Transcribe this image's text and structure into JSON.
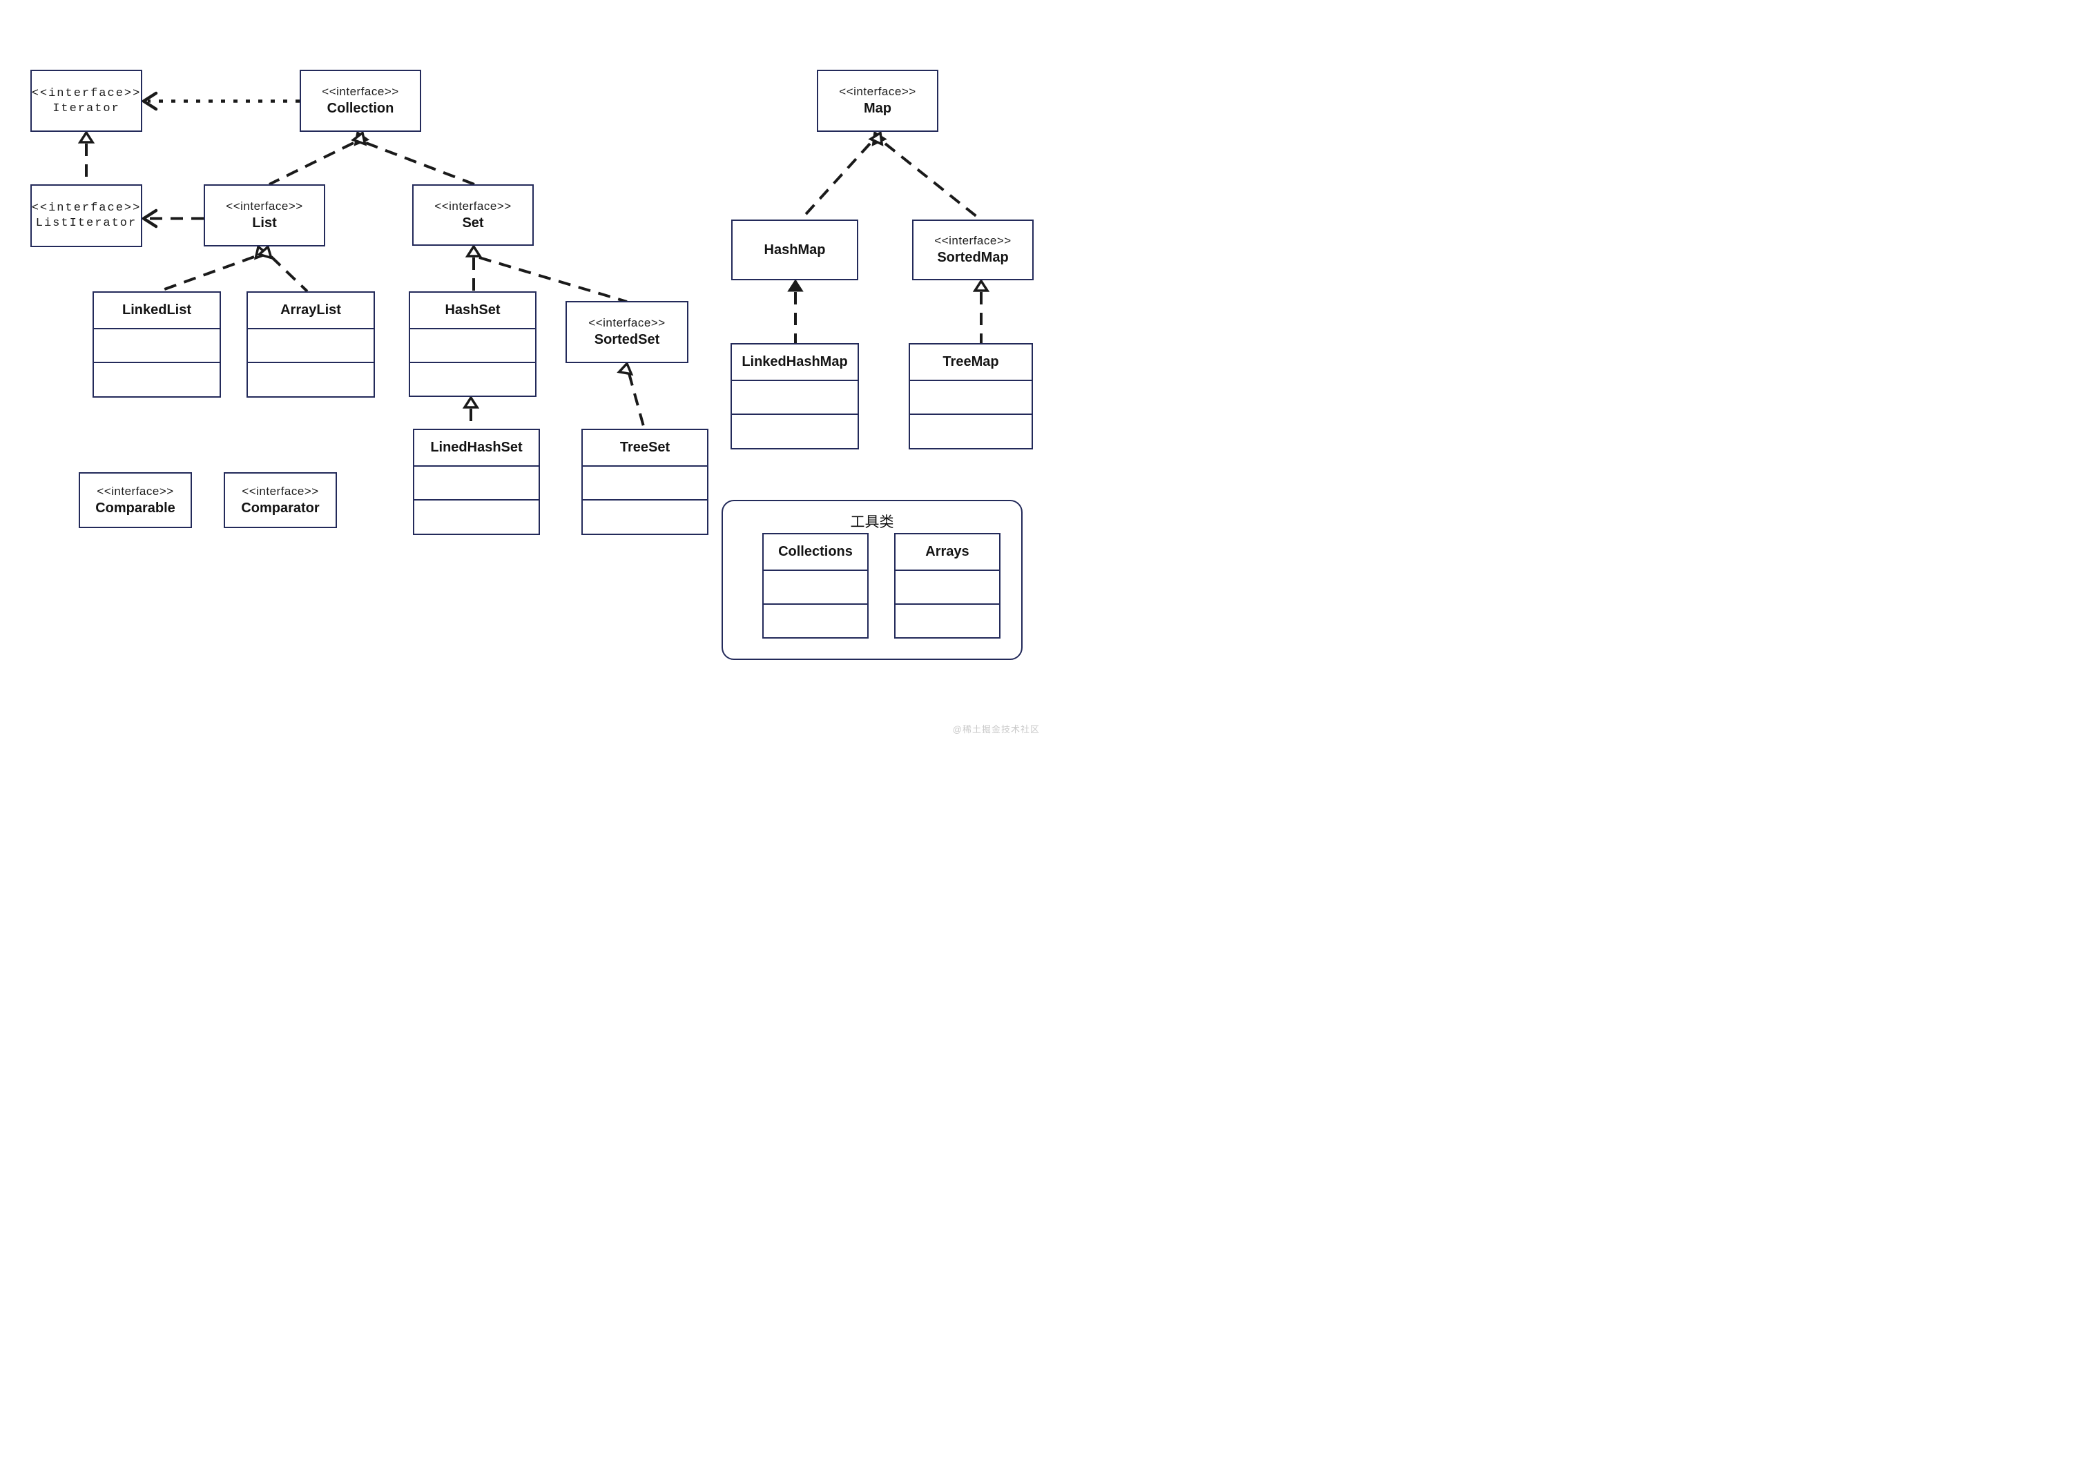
{
  "diagram": {
    "group": {
      "label": "工具类"
    },
    "watermark": "@稀土掘金技术社区",
    "colors": {
      "box_border": "#232a5a",
      "line": "#1a1a1a",
      "watermark": "#c9c9c9"
    },
    "nodes": {
      "iterator": {
        "stereotype": "<<interface>>",
        "name": "Iterator"
      },
      "list_iterator": {
        "stereotype": "<<interface>>",
        "name": "ListIterator"
      },
      "collection": {
        "stereotype": "<<interface>>",
        "name": "Collection"
      },
      "list": {
        "stereotype": "<<interface>>",
        "name": "List"
      },
      "set": {
        "stereotype": "<<interface>>",
        "name": "Set"
      },
      "sorted_set": {
        "stereotype": "<<interface>>",
        "name": "SortedSet"
      },
      "map": {
        "stereotype": "<<interface>>",
        "name": "Map"
      },
      "sorted_map": {
        "stereotype": "<<interface>>",
        "name": "SortedMap"
      },
      "comparable": {
        "stereotype": "<<interface>>",
        "name": "Comparable"
      },
      "comparator": {
        "stereotype": "<<interface>>",
        "name": "Comparator"
      },
      "linked_list": {
        "name": "LinkedList"
      },
      "array_list": {
        "name": "ArrayList"
      },
      "hash_set": {
        "name": "HashSet"
      },
      "lined_hash_set": {
        "name": "LinedHashSet"
      },
      "tree_set": {
        "name": "TreeSet"
      },
      "hash_map": {
        "name": "HashMap"
      },
      "linked_hash_map": {
        "name": "LinkedHashMap"
      },
      "tree_map": {
        "name": "TreeMap"
      },
      "collections_util": {
        "name": "Collections"
      },
      "arrays_util": {
        "name": "Arrays"
      }
    }
  }
}
